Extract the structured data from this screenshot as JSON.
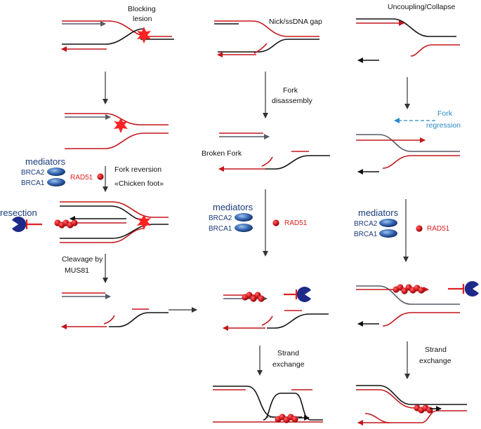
{
  "labels": {
    "blocking_lesion_1": "Blocking",
    "blocking_lesion_2": "lesion",
    "nick_gap": "Nick/ssDNA gap",
    "uncoupling": "Uncoupling/Collapse",
    "fork_disassembly_1": "Fork",
    "fork_disassembly_2": "disassembly",
    "fork_regression_1": "Fork",
    "fork_regression_2": "regression",
    "broken_fork": "Broken Fork",
    "mediators": "mediators",
    "brca2": "BRCA2",
    "brca1": "BRCA1",
    "rad51": "RAD51",
    "fork_reversion_1": "Fork reversion",
    "fork_reversion_2": "«Chicken foot»",
    "resection": "resection",
    "cleavage_1": "Cleavage by",
    "cleavage_2": "MUS81",
    "strand_exchange_1": "Strand",
    "strand_exchange_2": "exchange"
  },
  "colors": {
    "dna_parental": "#111111",
    "dna_nascent": "#c4161c",
    "lesion": "#ff2222",
    "rad51": "#d0151b",
    "brca": "#2f5fa8",
    "nuclease": "#1d2a8a",
    "mediator_text": "#1a3a7a",
    "regression_text": "#2a8ac8"
  },
  "icons": [
    "lesion-star-icon",
    "rad51-bead-icon",
    "brca-oval-icon",
    "nuclease-pacman-icon",
    "inhibition-bar-icon"
  ]
}
